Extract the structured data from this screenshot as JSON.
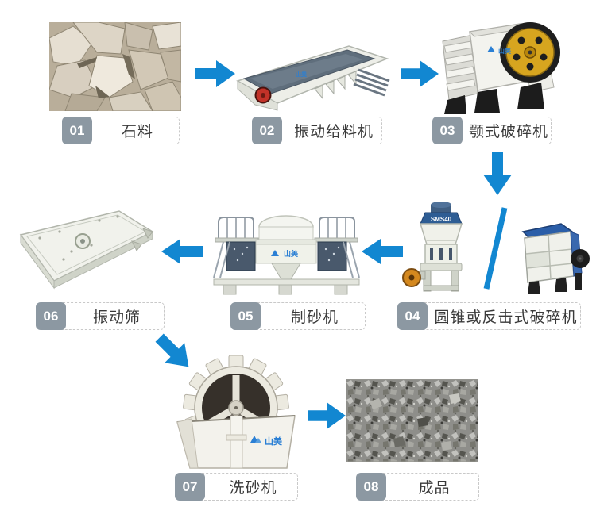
{
  "page": {
    "background": "#ffffff"
  },
  "colors": {
    "arrow_blue": "#1287d1",
    "badge_gray": "#8c98a2",
    "label_border": "#c9c9c9",
    "label_text": "#3a3a3a",
    "brand_blue": "#2a7fd4"
  },
  "flow": {
    "steps": [
      {
        "number": "01",
        "label": "石料"
      },
      {
        "number": "02",
        "label": "振动给料机"
      },
      {
        "number": "03",
        "label": "颚式破碎机"
      },
      {
        "number": "04",
        "label": "圆锥或反击式破碎机"
      },
      {
        "number": "05",
        "label": "制砂机"
      },
      {
        "number": "06",
        "label": "振动筛"
      },
      {
        "number": "07",
        "label": "洗砂机"
      },
      {
        "number": "08",
        "label": "成品"
      }
    ]
  },
  "brand": {
    "logo_text": "山美",
    "cone_model": "SMS40"
  }
}
